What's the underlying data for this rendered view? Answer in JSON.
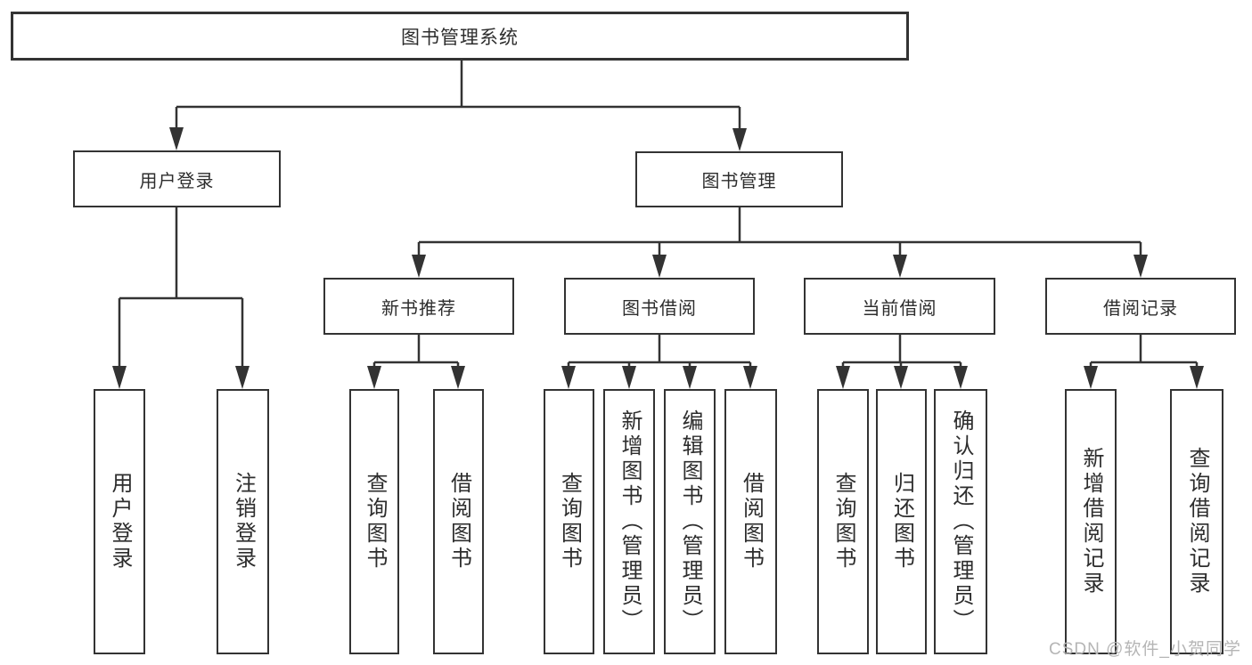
{
  "diagram": {
    "type": "hierarchy-tree",
    "colors": {
      "line": "#333333",
      "box_border": "#333333",
      "box_fill": "#ffffff",
      "text": "#2d2d2d",
      "watermark": "#b5b5b5",
      "background": "#ffffff"
    }
  },
  "tree": {
    "label": "图书管理系统",
    "children": [
      {
        "label": "用户登录",
        "children": [
          {
            "label": "用户登录"
          },
          {
            "label": "注销登录"
          }
        ]
      },
      {
        "label": "图书管理",
        "children": [
          {
            "label": "新书推荐",
            "children": [
              {
                "label": "查询图书"
              },
              {
                "label": "借阅图书"
              }
            ]
          },
          {
            "label": "图书借阅",
            "children": [
              {
                "label": "查询图书"
              },
              {
                "label": "新增图书（管理员）"
              },
              {
                "label": "编辑图书（管理员）"
              },
              {
                "label": "借阅图书"
              }
            ]
          },
          {
            "label": "当前借阅",
            "children": [
              {
                "label": "查询图书"
              },
              {
                "label": "归还图书"
              },
              {
                "label": "确认归还（管理员）"
              }
            ]
          },
          {
            "label": "借阅记录",
            "children": [
              {
                "label": "新增借阅记录"
              },
              {
                "label": "查询借阅记录"
              }
            ]
          }
        ]
      }
    ]
  },
  "watermark": {
    "text": "CSDN @软件_小贺同学"
  }
}
